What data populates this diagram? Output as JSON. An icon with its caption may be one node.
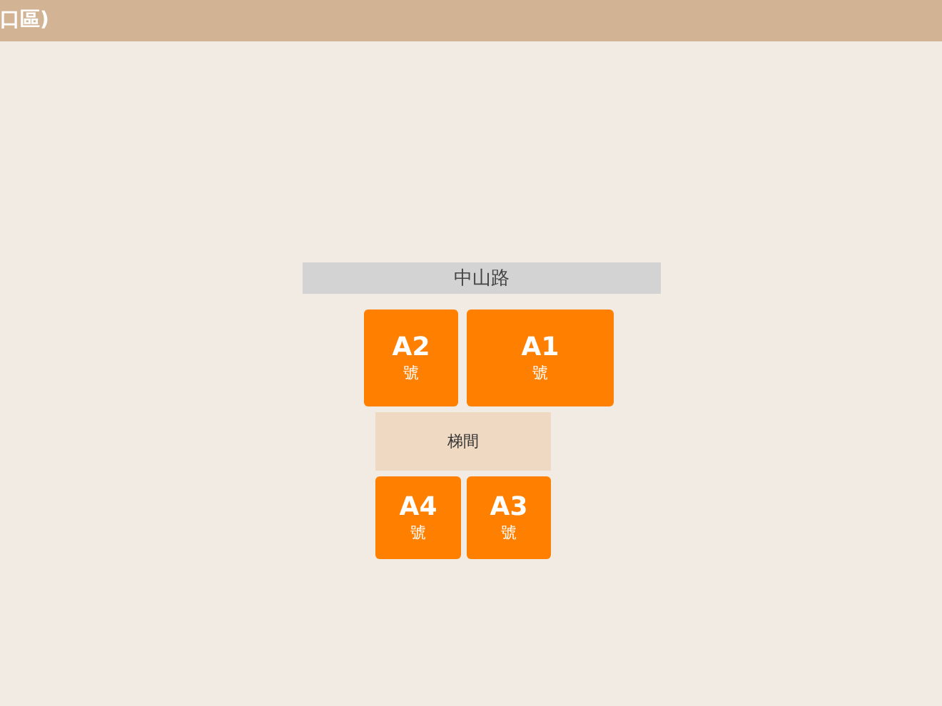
{
  "diagram": {
    "nodes": [
      {
        "text": [
          "中山路"
        ]
      },
      {
        "text": [
          "A2",
          "號"
        ]
      },
      {
        "text": [
          "A1",
          "號"
        ]
      },
      {
        "text": [
          "梯間"
        ]
      },
      {
        "text": [
          "A4",
          "號"
        ]
      },
      {
        "text": [
          "A3",
          "號"
        ]
      }
    ],
    "labels": [
      "口區)"
    ]
  }
}
